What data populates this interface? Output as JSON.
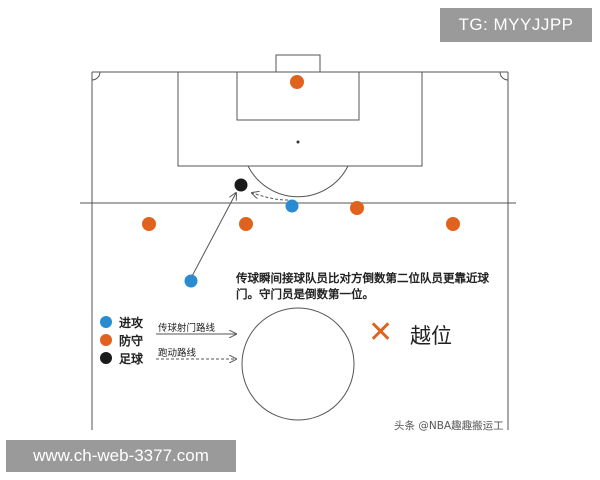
{
  "watermarks": {
    "tg": "TG: MYYJJPP",
    "url": "www.ch-web-3377.com",
    "credit": "头条 @NBA趣趣搬运工"
  },
  "rule_text": "传球瞬间接球队员比对方倒数第二位队员更靠近球门。守门员是倒数第一位。",
  "legend": [
    {
      "label": "进攻",
      "color": "#2b8bd0"
    },
    {
      "label": "防守",
      "color": "#e0621f"
    },
    {
      "label": "足球",
      "color": "#1a1a1a"
    }
  ],
  "routes": {
    "pass_shot": "传球射门路线",
    "run": "跑动路线"
  },
  "offside": {
    "mark": "✕",
    "label": "越位"
  },
  "players": {
    "attackers": [
      {
        "role": "passer"
      },
      {
        "role": "receiver"
      }
    ],
    "defenders": [
      {
        "role": "goalkeeper"
      },
      {
        "role": "defender"
      },
      {
        "role": "defender"
      },
      {
        "role": "defender"
      },
      {
        "role": "defender"
      }
    ],
    "ball": {
      "role": "ball"
    }
  },
  "colors": {
    "attack": "#2b8bd0",
    "defense": "#e0621f",
    "ball": "#1a1a1a",
    "lines": "#555555"
  }
}
